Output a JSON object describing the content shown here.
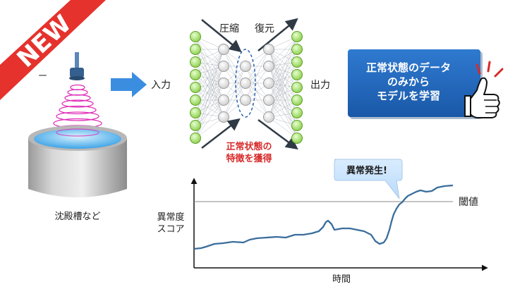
{
  "badge": {
    "text": "NEW",
    "color": "#e5322d"
  },
  "sensor": {
    "label": "ー"
  },
  "tank": {
    "label": "沈殿槽など"
  },
  "autoencoder": {
    "input_label": "入力",
    "output_label": "出力",
    "compress_label": "圧縮",
    "restore_label": "復元",
    "feature_label_1": "正常状態の",
    "feature_label_2": "特徴を獲得"
  },
  "callout": {
    "line1": "正常状態のデータ",
    "line2": "のみから",
    "line3": "モデルを学習",
    "color": "#1e63b5",
    "icon": "thumbs-up-icon"
  },
  "chart": {
    "ylabel_line1": "異常度",
    "ylabel_line2": "スコア",
    "xlabel": "時間",
    "threshold_label": "閾値",
    "anomaly_label": "異常発生!"
  },
  "colors": {
    "node_green": "#a8e06e",
    "node_gray": "#e6e6e6",
    "arrow_blue": "#3b8de0",
    "score_line": "#3a6e9c",
    "accent_red": "#d92a2a"
  }
}
